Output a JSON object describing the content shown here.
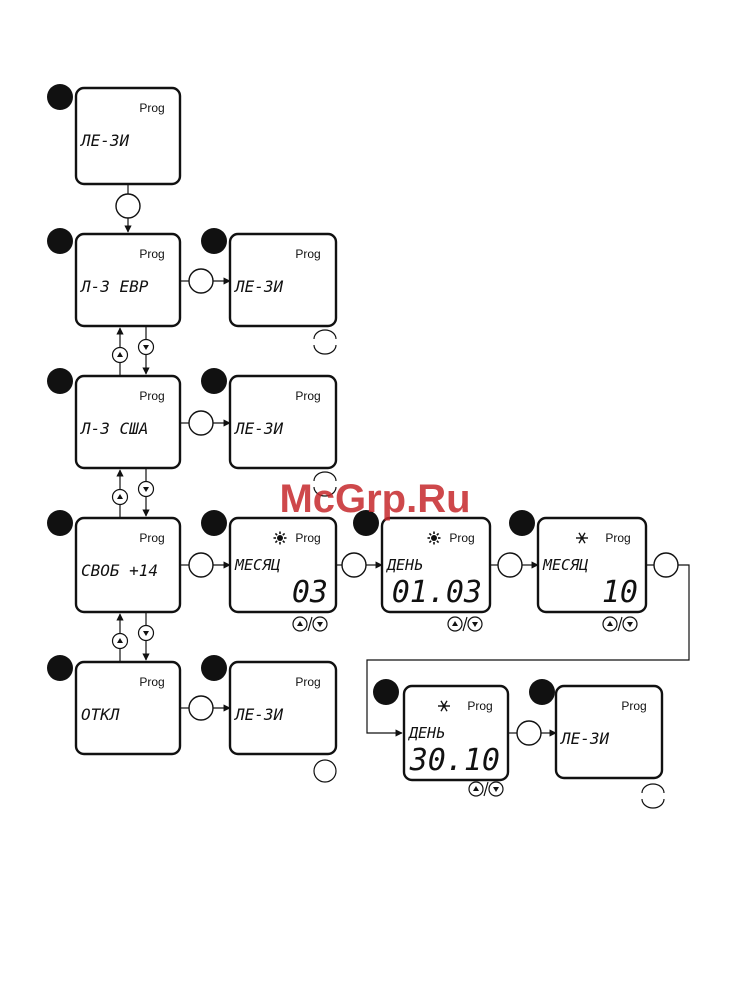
{
  "watermark": "McGrp.Ru",
  "prog_label": "Prog",
  "screens": [
    {
      "id": "s1",
      "line1": "ЛЕ-ЗИ",
      "line2": "",
      "icon": ""
    },
    {
      "id": "s2",
      "line1": "Л-З ЕВР",
      "line2": "",
      "icon": ""
    },
    {
      "id": "s2r",
      "line1": "ЛЕ-ЗИ",
      "line2": "",
      "icon": ""
    },
    {
      "id": "s3",
      "line1": "Л-З США",
      "line2": "",
      "icon": ""
    },
    {
      "id": "s3r",
      "line1": "ЛЕ-ЗИ",
      "line2": "",
      "icon": ""
    },
    {
      "id": "s4",
      "line1": "СВОБ +14",
      "line2": "",
      "icon": ""
    },
    {
      "id": "s4a",
      "line1": "МЕСЯЦ",
      "line2": "03",
      "icon": "sun-icon"
    },
    {
      "id": "s4b",
      "line1": "ДЕНЬ",
      "line2": "01.03",
      "icon": "sun-icon"
    },
    {
      "id": "s4c",
      "line1": "МЕСЯЦ",
      "line2": "10",
      "icon": "snowflake-icon"
    },
    {
      "id": "s4d",
      "line1": "ДЕНЬ",
      "line2": "30.10",
      "icon": "snowflake-icon"
    },
    {
      "id": "s4e",
      "line1": "ЛЕ-ЗИ",
      "line2": "",
      "icon": ""
    },
    {
      "id": "s5",
      "line1": "ОТКЛ",
      "line2": "",
      "icon": ""
    },
    {
      "id": "s5r",
      "line1": "ЛЕ-ЗИ",
      "line2": "",
      "icon": ""
    }
  ]
}
